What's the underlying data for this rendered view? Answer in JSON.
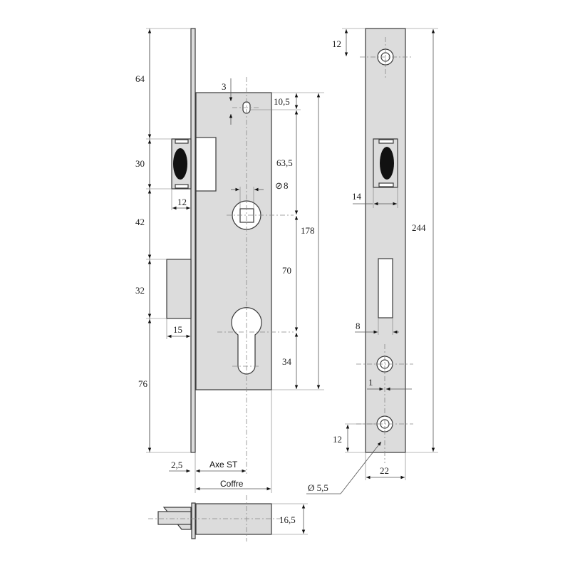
{
  "colors": {
    "body_fill": "#dcdcdc",
    "outline": "#3a3a3a",
    "background": "#ffffff",
    "latch_oval": "#111111"
  },
  "side_view": {
    "dimensions_left": {
      "top_to_latch": "64",
      "latch_height": "30",
      "latch_to_bolt": "42",
      "bolt_height": "32",
      "bolt_to_bottom": "76"
    },
    "latch_projection": "12",
    "bolt_projection": "15",
    "screw_slot_offset": "3",
    "top_to_slot": "10,5",
    "slot_to_follower": "63,5",
    "follower_square": "8",
    "follower_square_symbol": "⊘",
    "case_height": "178",
    "follower_to_cylinder": "70",
    "cylinder_to_bottom": "34",
    "faceplate_thickness": "2,5",
    "backset_label": "Axe ST",
    "case_depth_label": "Coffre"
  },
  "front_view": {
    "top_screw_offset": "12",
    "latch_width": "14",
    "faceplate_height": "244",
    "bolt_width": "8",
    "screw_offset": "1",
    "bottom_screw_offset": "12",
    "faceplate_width": "22",
    "screw_diameter": "Ø 5,5"
  },
  "bottom_view": {
    "case_thickness": "16,5"
  }
}
